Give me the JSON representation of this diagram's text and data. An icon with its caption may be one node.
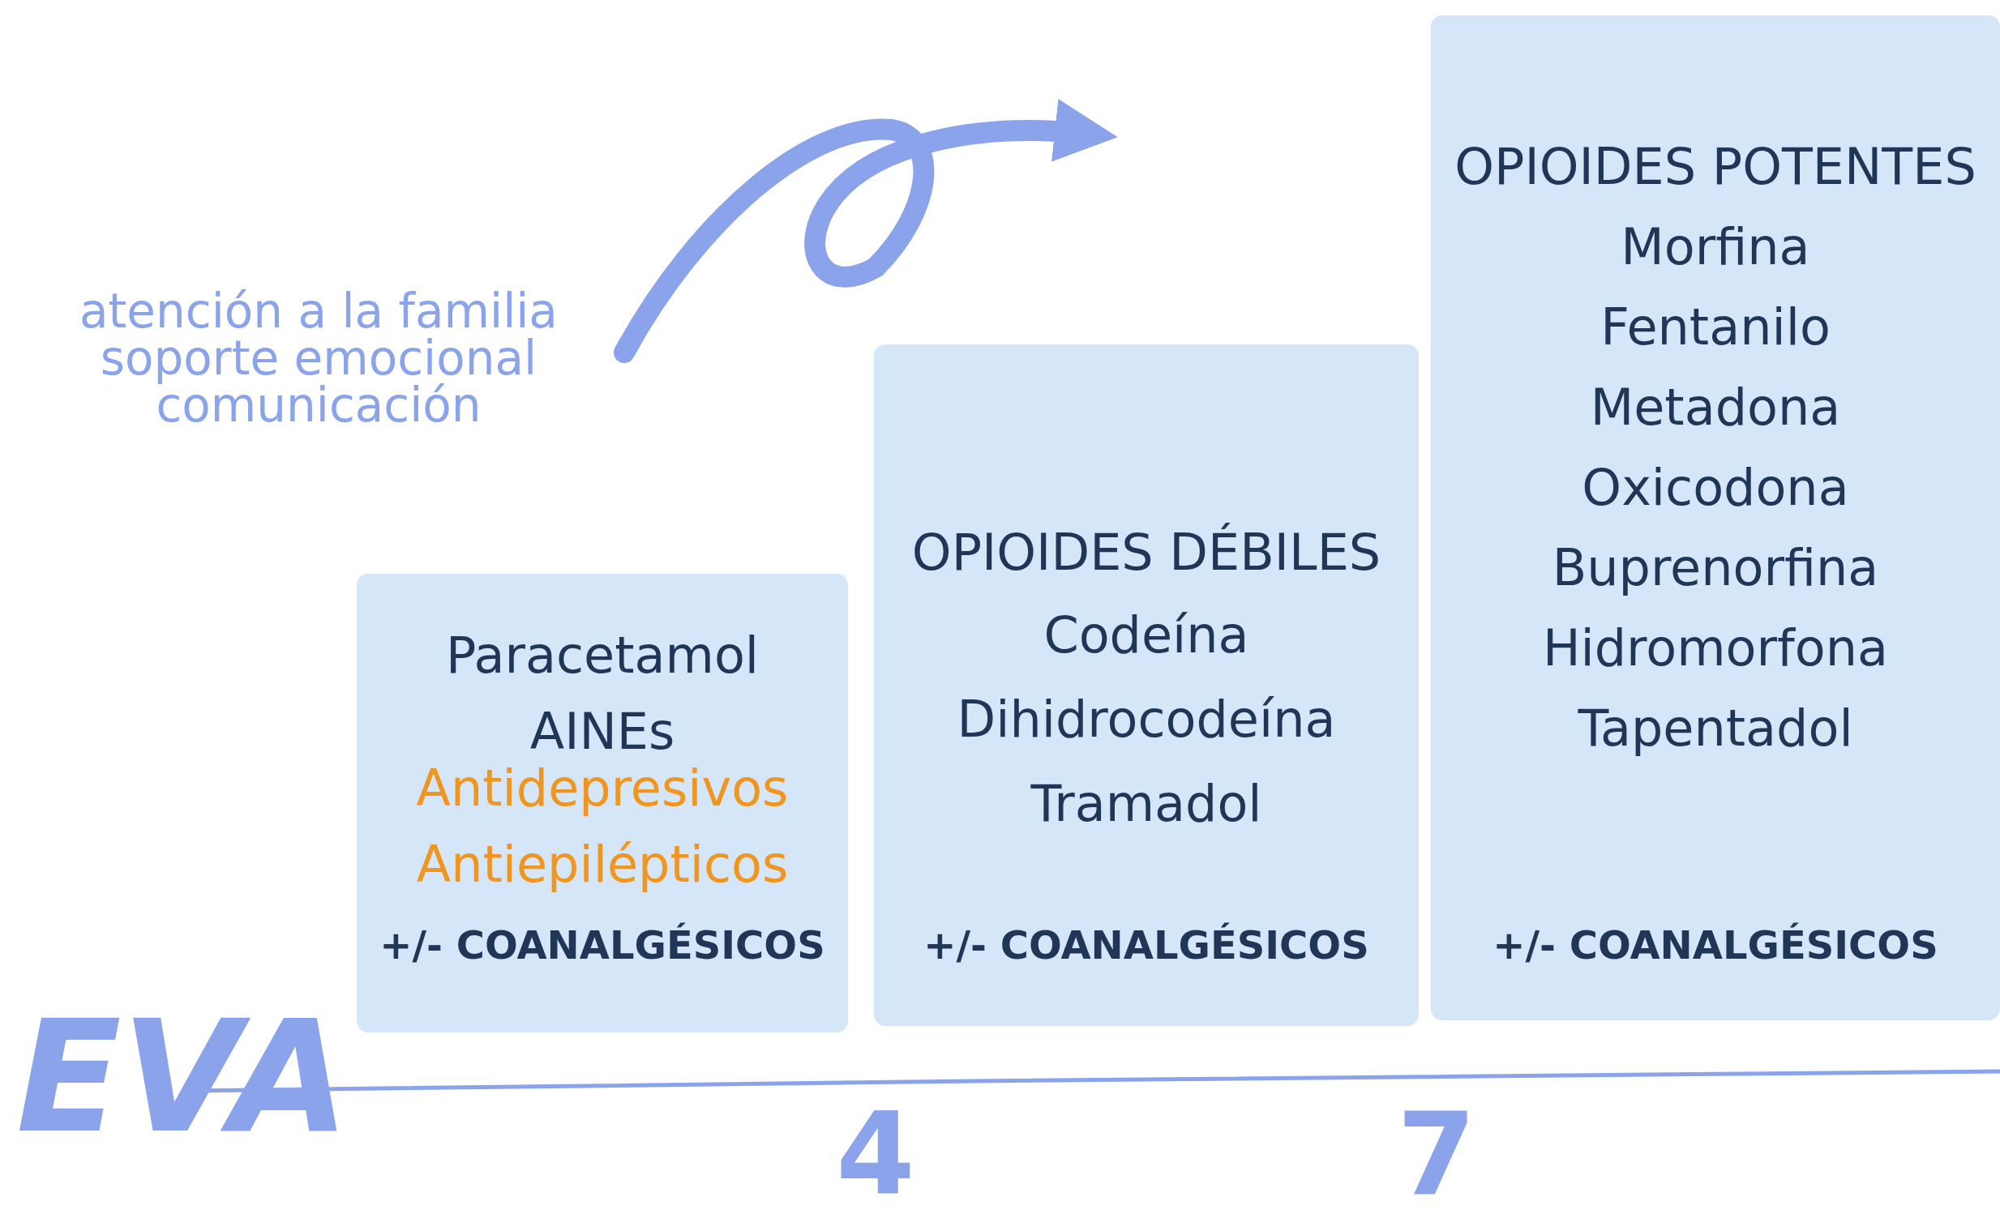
{
  "diagram": {
    "nodes": [
      {
        "text": [
          "Paracetamol",
          "AINEs",
          "Antidepresivos",
          "Antiepilépticos",
          "+/- COANALGÉSICOS"
        ]
      },
      {
        "text": [
          "OPIOIDES DÉBILES",
          "Codeína",
          "Dihidrocodeína",
          "Tramadol",
          "+/- COANALGÉSICOS"
        ]
      },
      {
        "text": [
          "OPIOIDES POTENTES",
          "Morfina",
          "Fentanilo",
          "Metadona",
          "Oxicodona",
          "Buprenorfina",
          "Hidromorfona",
          "Tapentadol",
          "+/- COANALGÉSICOS"
        ]
      }
    ],
    "edges": [],
    "labels": [
      "atención a la familia soporte emocional comunicación",
      "EVA",
      "4",
      "7"
    ]
  }
}
